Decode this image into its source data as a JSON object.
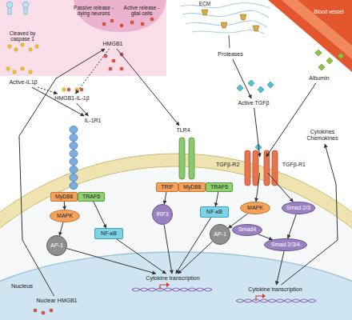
{
  "diagram": {
    "nodes": [
      {
        "text": [
          "HMGB1"
        ]
      },
      {
        "text": [
          "Active-IL1β"
        ]
      },
      {
        "text": [
          "Proteases"
        ]
      },
      {
        "text": [
          "Albumin"
        ]
      },
      {
        "text": [
          "HMGB1-IL-1β"
        ]
      },
      {
        "text": [
          "Active TGFβ"
        ]
      },
      {
        "text": [
          "Cytokines Chemokines"
        ]
      },
      {
        "text": [
          "IL-1R1"
        ]
      },
      {
        "text": [
          "TLR4"
        ]
      },
      {
        "text": [
          "TGFβ-R2",
          "TGFβ-R1"
        ]
      },
      {
        "text": [
          "MyD88"
        ]
      },
      {
        "text": [
          "TRAF6"
        ]
      },
      {
        "text": [
          "TRIF"
        ]
      },
      {
        "text": [
          "MyD88"
        ]
      },
      {
        "text": [
          "TRAF6"
        ]
      },
      {
        "text": [
          "MAPK"
        ]
      },
      {
        "text": [
          "IRF3"
        ]
      },
      {
        "text": [
          "NF-κB"
        ]
      },
      {
        "text": [
          "MAPK"
        ]
      },
      {
        "text": [
          "Smad 2/3"
        ]
      },
      {
        "text": [
          "NF-κB"
        ]
      },
      {
        "text": [
          "AP-1"
        ]
      },
      {
        "text": [
          "Smad4"
        ]
      },
      {
        "text": [
          "Smad 2/3/4"
        ]
      },
      {
        "text": [
          "AP-1"
        ]
      },
      {
        "text": [
          "Nucleus"
        ]
      },
      {
        "text": [
          "Nuclear HMGB1"
        ],
        "in": 25
      },
      {
        "text": [
          "Cytokine transcription"
        ],
        "in": 25
      },
      {
        "text": [
          "Cytokine transcription"
        ],
        "in": 25
      }
    ],
    "edges": [
      {
        "from": 0,
        "to": 4,
        "arrow": "to"
      },
      {
        "from": 1,
        "to": 4,
        "arrow": "to"
      },
      {
        "from": 1,
        "to": 7,
        "arrow": "to"
      },
      {
        "from": 4,
        "to": 7,
        "arrow": "to"
      },
      {
        "from": 0,
        "to": 8,
        "arrow": "to"
      },
      {
        "from": 2,
        "to": 5,
        "arrow": "to"
      },
      {
        "from": 5,
        "to": 9,
        "arrow": "to"
      },
      {
        "from": 3,
        "to": 9,
        "arrow": "to"
      },
      {
        "from": 10,
        "to": 15,
        "arrow": "to"
      },
      {
        "from": 11,
        "to": 20,
        "arrow": "to"
      },
      {
        "from": 15,
        "to": 24,
        "arrow": "to"
      },
      {
        "from": 12,
        "to": 16,
        "arrow": "to"
      },
      {
        "from": 14,
        "to": 17,
        "arrow": "to"
      },
      {
        "from": 9,
        "to": 18,
        "arrow": "to"
      },
      {
        "from": 9,
        "to": 19,
        "arrow": "to"
      },
      {
        "from": 18,
        "to": 21,
        "arrow": "to"
      },
      {
        "from": 19,
        "to": 23,
        "arrow": "to"
      },
      {
        "from": 22,
        "to": 23,
        "arrow": "to"
      },
      {
        "from": 24,
        "to": 27,
        "arrow": "to"
      },
      {
        "from": 20,
        "to": 27,
        "arrow": "to"
      },
      {
        "from": 16,
        "to": 27,
        "arrow": "to"
      },
      {
        "from": 17,
        "to": 27,
        "arrow": "to"
      },
      {
        "from": 21,
        "to": 27,
        "arrow": "to"
      },
      {
        "from": 23,
        "to": 28,
        "arrow": "to"
      },
      {
        "from": 28,
        "to": 6,
        "arrow": "to"
      },
      {
        "from": 26,
        "to": 0,
        "arrow": "to"
      }
    ],
    "labels": [
      "Cleaved by caspase 1",
      "Passive release - dying neurons",
      "Active release - glial cells",
      "ECM",
      "Blood vessel"
    ]
  }
}
